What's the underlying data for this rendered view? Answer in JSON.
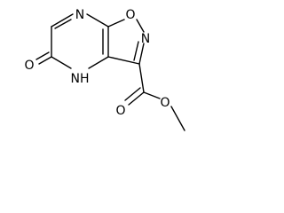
{
  "molecule": {
    "atoms": {
      "n_top": "N",
      "o_ring": "O",
      "n_ring": "N",
      "nh": "NH",
      "o_keto": "O",
      "o_ester": "O",
      "o_methoxy": "O"
    }
  },
  "colors": {
    "bond": "#000000",
    "label": "#000000",
    "background": "#ffffff"
  }
}
